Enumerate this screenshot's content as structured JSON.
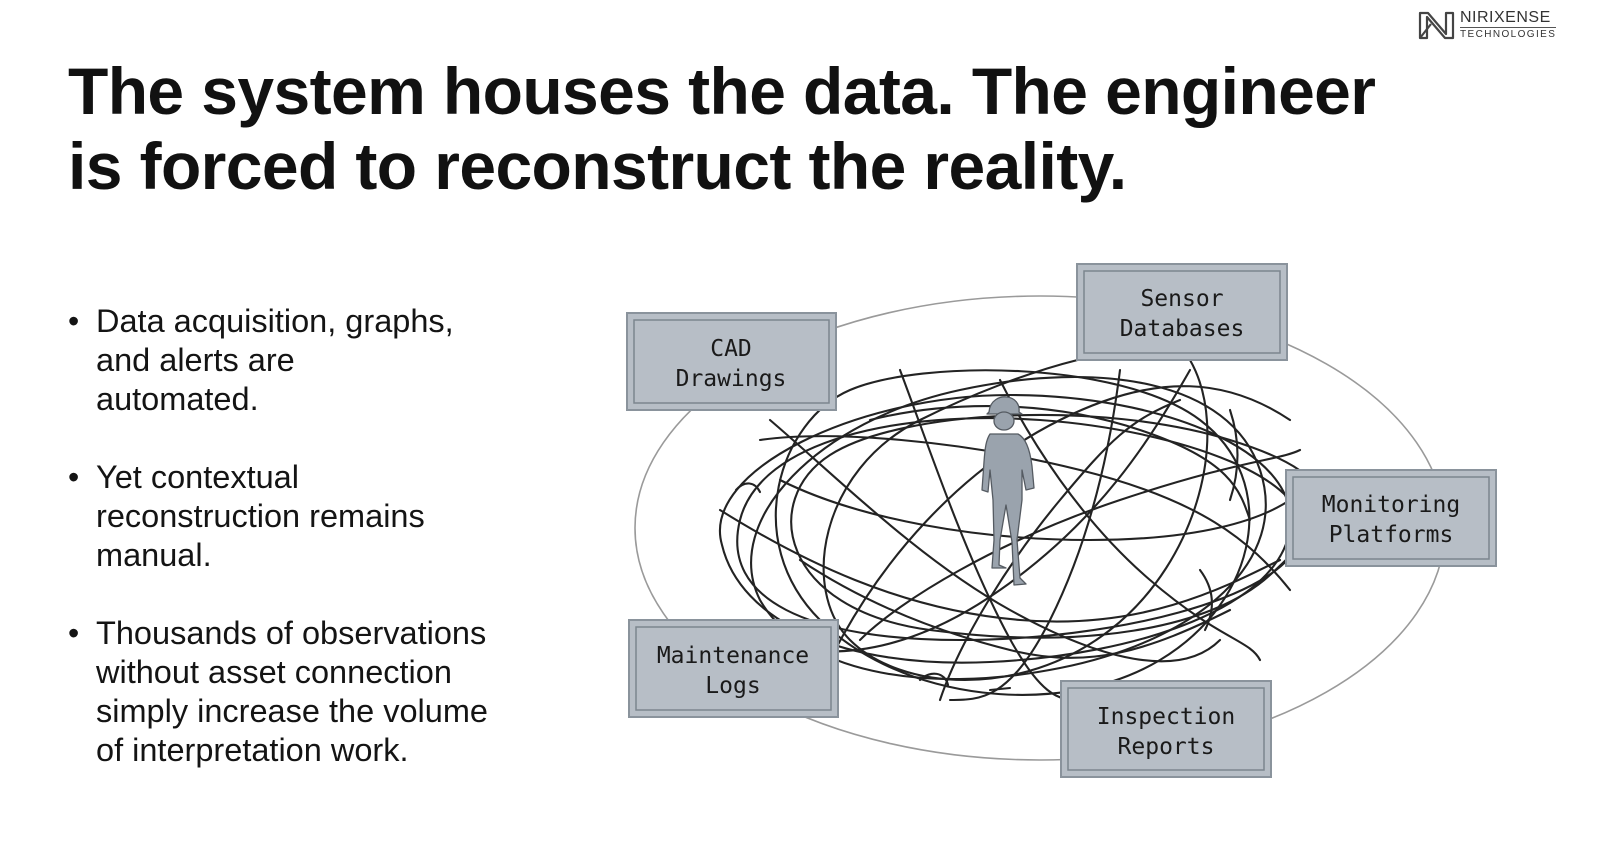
{
  "brand": {
    "name": "NIRIXENSE",
    "subtitle": "TECHNOLOGIES",
    "icon": "nirixense-logo-icon"
  },
  "title": {
    "line1": "The system houses the data. The engineer",
    "line2": "is forced to reconstruct the reality."
  },
  "bullets": [
    {
      "lines": [
        "Data acquisition, graphs,",
        "and alerts are",
        "automated."
      ]
    },
    {
      "lines": [
        "Yet contextual",
        "reconstruction remains",
        "manual."
      ]
    },
    {
      "lines": [
        "Thousands of observations",
        "without asset connection",
        "simply increase the volume",
        "of interpretation work."
      ]
    }
  ],
  "diagram": {
    "center": {
      "icon": "engineer-figure-icon"
    },
    "nodes": [
      {
        "id": "cad",
        "lines": [
          "CAD",
          "Drawings"
        ]
      },
      {
        "id": "sensor",
        "lines": [
          "Sensor",
          "Databases"
        ]
      },
      {
        "id": "monitoring",
        "lines": [
          "Monitoring",
          "Platforms"
        ]
      },
      {
        "id": "maintenance",
        "lines": [
          "Maintenance",
          "Logs"
        ]
      },
      {
        "id": "inspection",
        "lines": [
          "Inspection",
          "Reports"
        ]
      }
    ],
    "colors": {
      "box_fill": "#b7bec6",
      "box_border": "#8a939c",
      "figure_fill": "#9aa3ad",
      "scribble": "#111111",
      "ellipse": "#9a9a9a"
    }
  }
}
